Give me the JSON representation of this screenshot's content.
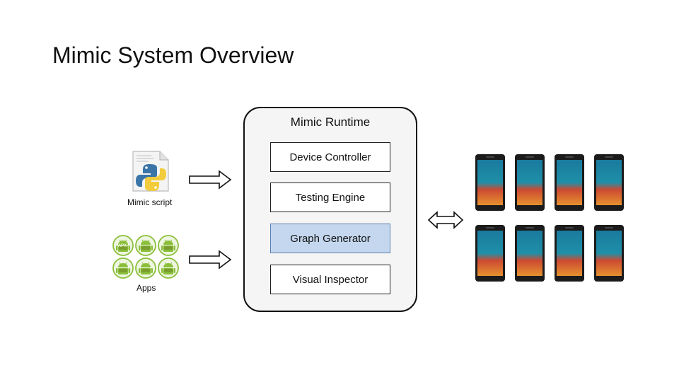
{
  "slide": {
    "title": "Mimic System Overview"
  },
  "runtime": {
    "label": "Mimic Runtime",
    "modules": [
      {
        "label": "Device Controller",
        "highlighted": false
      },
      {
        "label": "Testing Engine",
        "highlighted": false
      },
      {
        "label": "Graph Generator",
        "highlighted": true
      },
      {
        "label": "Visual Inspector",
        "highlighted": false
      }
    ]
  },
  "inputs": {
    "script": {
      "caption": "Mimic script",
      "icon": "python-file-icon"
    },
    "apps": {
      "caption": "Apps",
      "icon": "android-apk-icon",
      "apk_label": "APK"
    }
  },
  "devices": {
    "icon": "android-phone-icon"
  },
  "colors": {
    "highlight": "#c4d7ee",
    "runtime_bg": "#f5f5f5",
    "python_blue": "#3a75a8",
    "python_yellow": "#f2cc3c",
    "android_green": "#8bbf3a"
  }
}
